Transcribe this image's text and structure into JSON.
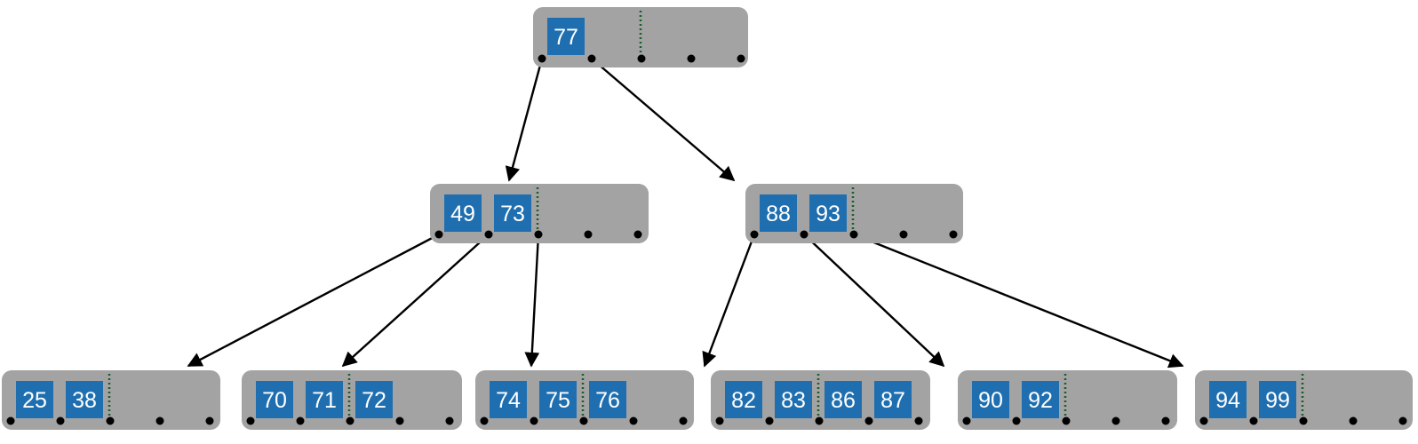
{
  "tree": {
    "nodes": [
      {
        "id": "root",
        "keys": [
          "77"
        ]
      },
      {
        "id": "n-49-73",
        "keys": [
          "49",
          "73"
        ]
      },
      {
        "id": "n-88-93",
        "keys": [
          "88",
          "93"
        ]
      },
      {
        "id": "leaf-25-38",
        "keys": [
          "25",
          "38"
        ]
      },
      {
        "id": "leaf-70-71-72",
        "keys": [
          "70",
          "71",
          "72"
        ]
      },
      {
        "id": "leaf-74-75-76",
        "keys": [
          "74",
          "75",
          "76"
        ]
      },
      {
        "id": "leaf-82-83-86-87",
        "keys": [
          "82",
          "83",
          "86",
          "87"
        ]
      },
      {
        "id": "leaf-90-92",
        "keys": [
          "90",
          "92"
        ]
      },
      {
        "id": "leaf-94-99",
        "keys": [
          "94",
          "99"
        ]
      }
    ],
    "edges": [
      {
        "from": "root",
        "pointer": 0,
        "to": "n-49-73"
      },
      {
        "from": "root",
        "pointer": 1,
        "to": "n-88-93"
      },
      {
        "from": "n-49-73",
        "pointer": 0,
        "to": "leaf-25-38"
      },
      {
        "from": "n-49-73",
        "pointer": 1,
        "to": "leaf-70-71-72"
      },
      {
        "from": "n-49-73",
        "pointer": 2,
        "to": "leaf-74-75-76"
      },
      {
        "from": "n-88-93",
        "pointer": 0,
        "to": "leaf-82-83-86-87"
      },
      {
        "from": "n-88-93",
        "pointer": 1,
        "to": "leaf-90-92"
      },
      {
        "from": "n-88-93",
        "pointer": 2,
        "to": "leaf-94-99"
      }
    ]
  }
}
